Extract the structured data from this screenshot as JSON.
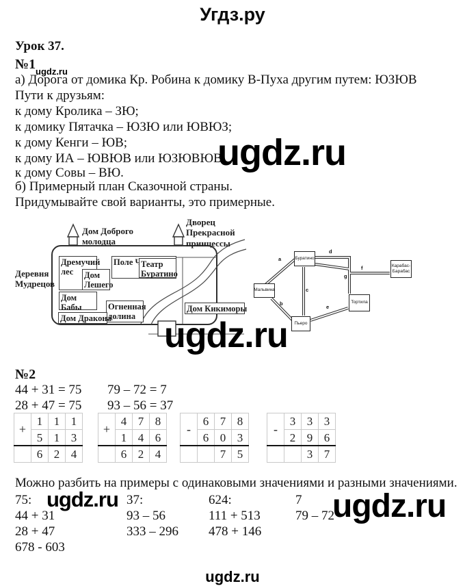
{
  "site": {
    "header_title": "Угдз.ру",
    "watermark": "ugdz.ru",
    "footer": "ugdz.ru"
  },
  "lesson_title": "Урок 37.",
  "task1": {
    "number": "№1",
    "line_a": "а) Дорога от домика Кр. Робина к домику В-Пуха другим путем: ЮЗЮВ",
    "paths_intro": "Пути к друзьям:",
    "paths": [
      "к дому Кролика – ЗЮ;",
      "к домику Пятачка – ЮЗЮ или ЮВЮЗ;",
      "к дому Кенги – ЮВ;",
      "к дому ИА – ЮВЮВ или ЮЗЮВЮВ;",
      "к дому Совы – ВЮ."
    ],
    "line_b": "б) Примерный план Сказочной страны.",
    "line_b_note": "Придумывайте свой варианты, это примерные.",
    "map": {
      "village": "Деревня Мудрецов",
      "tower1": "Дом Доброго молодца",
      "tower2": "Дворец Прекрасной принцессы",
      "forest": "Дремучий лес",
      "leshy": "Дом Лешего",
      "field": "Поле Чудес",
      "theater": "Театр Буратино",
      "baba_yaga": "Дом Бабы Яги",
      "fire_valley": "Огненная долина",
      "dragon": "Дом Дракона",
      "kikimora": "Дом Кикиморы"
    },
    "graph": {
      "buratino": "Буратино",
      "malvina": "Мальвина",
      "piero": "Пьеро",
      "tortila": "Тортила",
      "karabas": "Карабас-Барабас",
      "labels": {
        "a": "a",
        "b": "b",
        "c": "c",
        "d": "d",
        "e": "e",
        "f": "f",
        "g": "g"
      }
    }
  },
  "task2": {
    "number": "№2",
    "equations": [
      "44 + 31 = 75",
      "79 – 72 = 7",
      "28 + 47 = 75",
      "93 – 56 = 37"
    ],
    "grids": [
      {
        "op": "+",
        "r1": [
          "1",
          "1",
          "1"
        ],
        "r2": [
          "5",
          "1",
          "3"
        ],
        "r3": [
          "6",
          "2",
          "4"
        ]
      },
      {
        "op": "+",
        "r1": [
          "4",
          "7",
          "8"
        ],
        "r2": [
          "1",
          "4",
          "6"
        ],
        "r3": [
          "6",
          "2",
          "4"
        ]
      },
      {
        "op": "-",
        "r1": [
          "6",
          "7",
          "8"
        ],
        "r2": [
          "6",
          "0",
          "3"
        ],
        "r3": [
          "",
          "7",
          "5"
        ]
      },
      {
        "op": "-",
        "r1": [
          "3",
          "3",
          "3"
        ],
        "r2": [
          "2",
          "9",
          "6"
        ],
        "r3": [
          "",
          "3",
          "7"
        ]
      }
    ],
    "note": "Можно разбить на примеры с одинаковыми значениями и разными значениями.",
    "groups": [
      {
        "value": "75:",
        "items": [
          "44 + 31",
          "28 + 47",
          "678 - 603"
        ]
      },
      {
        "value": "37:",
        "items": [
          "93 – 56",
          "333 – 296"
        ]
      },
      {
        "value": "624:",
        "items": [
          "111 + 513",
          "478 + 146"
        ]
      },
      {
        "value": "7",
        "items": [
          "79 – 72"
        ]
      }
    ]
  }
}
